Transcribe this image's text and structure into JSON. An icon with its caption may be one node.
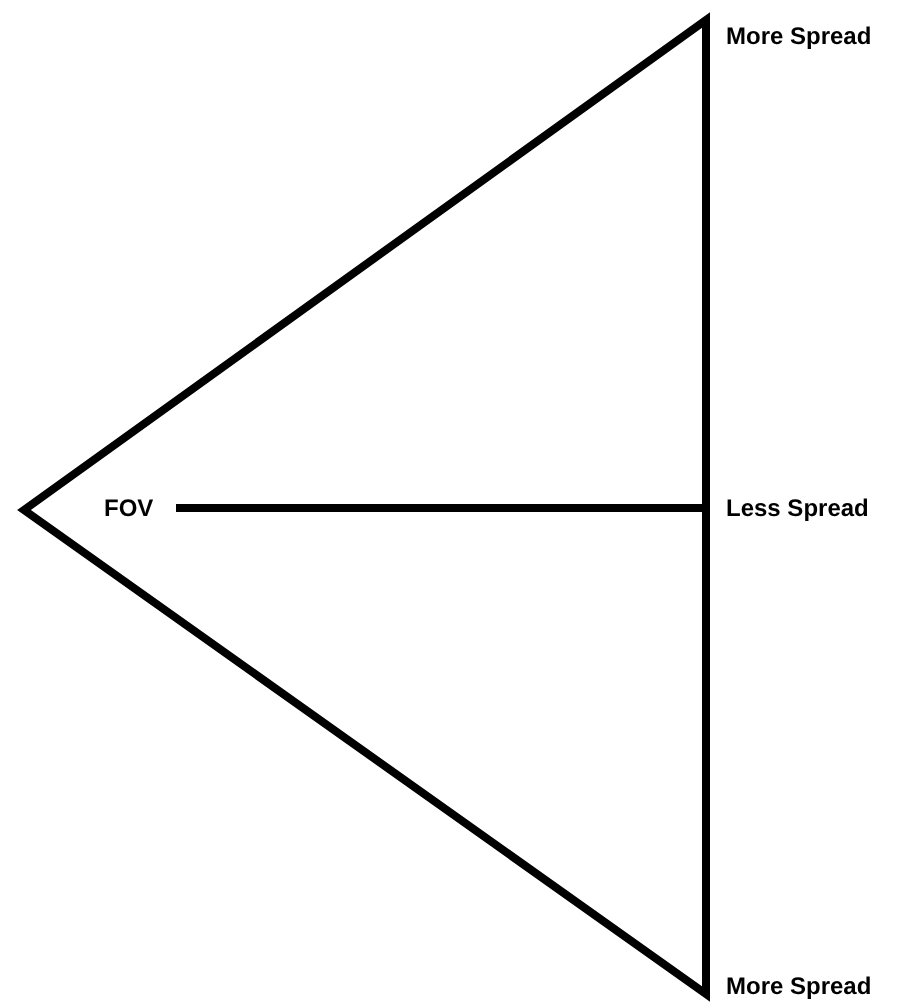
{
  "diagram": {
    "nodes": [
      {
        "text": [
          "FOV"
        ]
      },
      {
        "text": [
          "Less Spread"
        ]
      }
    ],
    "edges": [
      {
        "from": 0,
        "to": 1,
        "arrow": "none"
      }
    ],
    "labels": [
      "More Spread",
      "More Spread"
    ]
  }
}
